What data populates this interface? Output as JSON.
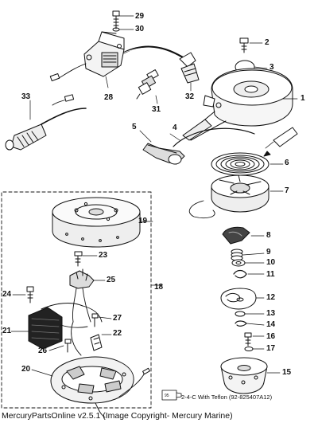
{
  "callouts": {
    "c1": "1",
    "c2": "2",
    "c3": "3",
    "c4": "4",
    "c5": "5",
    "c6": "6",
    "c7": "7",
    "c8": "8",
    "c9": "9",
    "c10": "10",
    "c11": "11",
    "c12": "12",
    "c13": "13",
    "c14": "14",
    "c15": "15",
    "c16": "16",
    "c17": "17",
    "c18": "18",
    "c19": "19",
    "c20": "20",
    "c21": "21",
    "c22": "22",
    "c23": "23",
    "c24": "24",
    "c25": "25",
    "c26": "26",
    "c27": "27",
    "c28": "28",
    "c29": "29",
    "c30": "30",
    "c31": "31",
    "c32": "32",
    "c33": "33"
  },
  "sealant": {
    "code": "95",
    "label": "2-4-C  With Teflon (92-825407A12)"
  },
  "footer": "MercuryPartsOnline v2.5.1 (Image Copyright- Mercury Marine)"
}
